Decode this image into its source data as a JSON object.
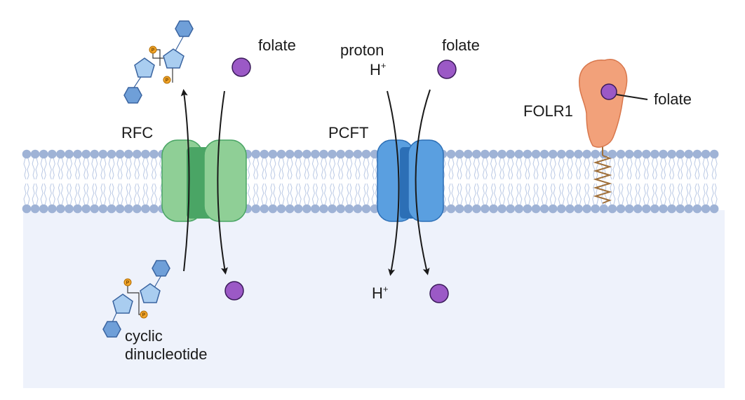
{
  "labels": {
    "rfc": "RFC",
    "pcft": "PCFT",
    "folr1": "FOLR1",
    "folate_rfc": "folate",
    "folate_pcft": "folate",
    "folate_folr1": "folate",
    "proton": "proton",
    "h_plus_top": "H",
    "h_plus_bottom": "H",
    "plus_sign": "+",
    "cdn_line1": "cyclic",
    "cdn_line2": "dinucleotide",
    "phosphate": "P"
  },
  "colors": {
    "cytoplasm": "#eef2fb",
    "lipid_head": "#9fb3d6",
    "lipid_tail": "#b9c8e4",
    "rfc_fill": "#8fcf96",
    "rfc_dark": "#4aa565",
    "pcft_fill": "#5a9fe0",
    "pcft_dark": "#2c6fb6",
    "folr1_fill": "#f2a17a",
    "folr1_stroke": "#d8774c",
    "folate": "#9b59c6",
    "hexagon": "#6f9fd8",
    "pentagon": "#a9cdf0",
    "phosphate": "#f4a62a",
    "anchor": "#a0703a",
    "arrow": "#1a1a1a"
  },
  "icons": [
    "folate-molecule-icon",
    "cyclic-dinucleotide-icon",
    "phosphate-icon",
    "membrane-anchor-icon"
  ]
}
